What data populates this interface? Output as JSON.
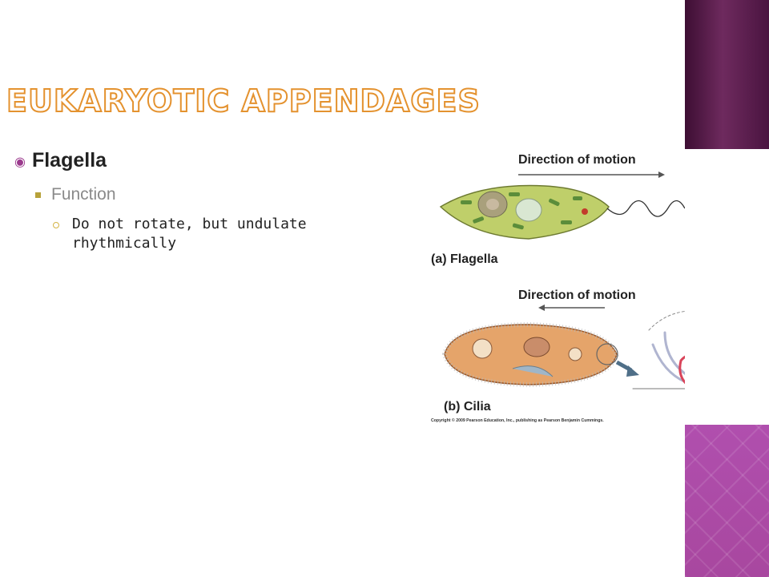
{
  "slide": {
    "title": "EUKARYOTIC APPENDAGES",
    "bullets": {
      "level1": "Flagella",
      "level2": "Function",
      "level3": "Do not rotate, but undulate rhythmically"
    }
  },
  "figure": {
    "direction_label_top": "Direction of motion",
    "direction_label_bottom": "Direction of motion",
    "caption_a": "(a) Flagella",
    "caption_b": "(b) Cilia",
    "copyright": "Copyright © 2009 Pearson Education, Inc., publishing as Pearson Benjamin Cummings."
  },
  "colors": {
    "title_outline": "#e4922f",
    "band_dark": "#5a1a4d",
    "band_light": "#a8479f",
    "bullet_marker": "#9b3a8d"
  }
}
